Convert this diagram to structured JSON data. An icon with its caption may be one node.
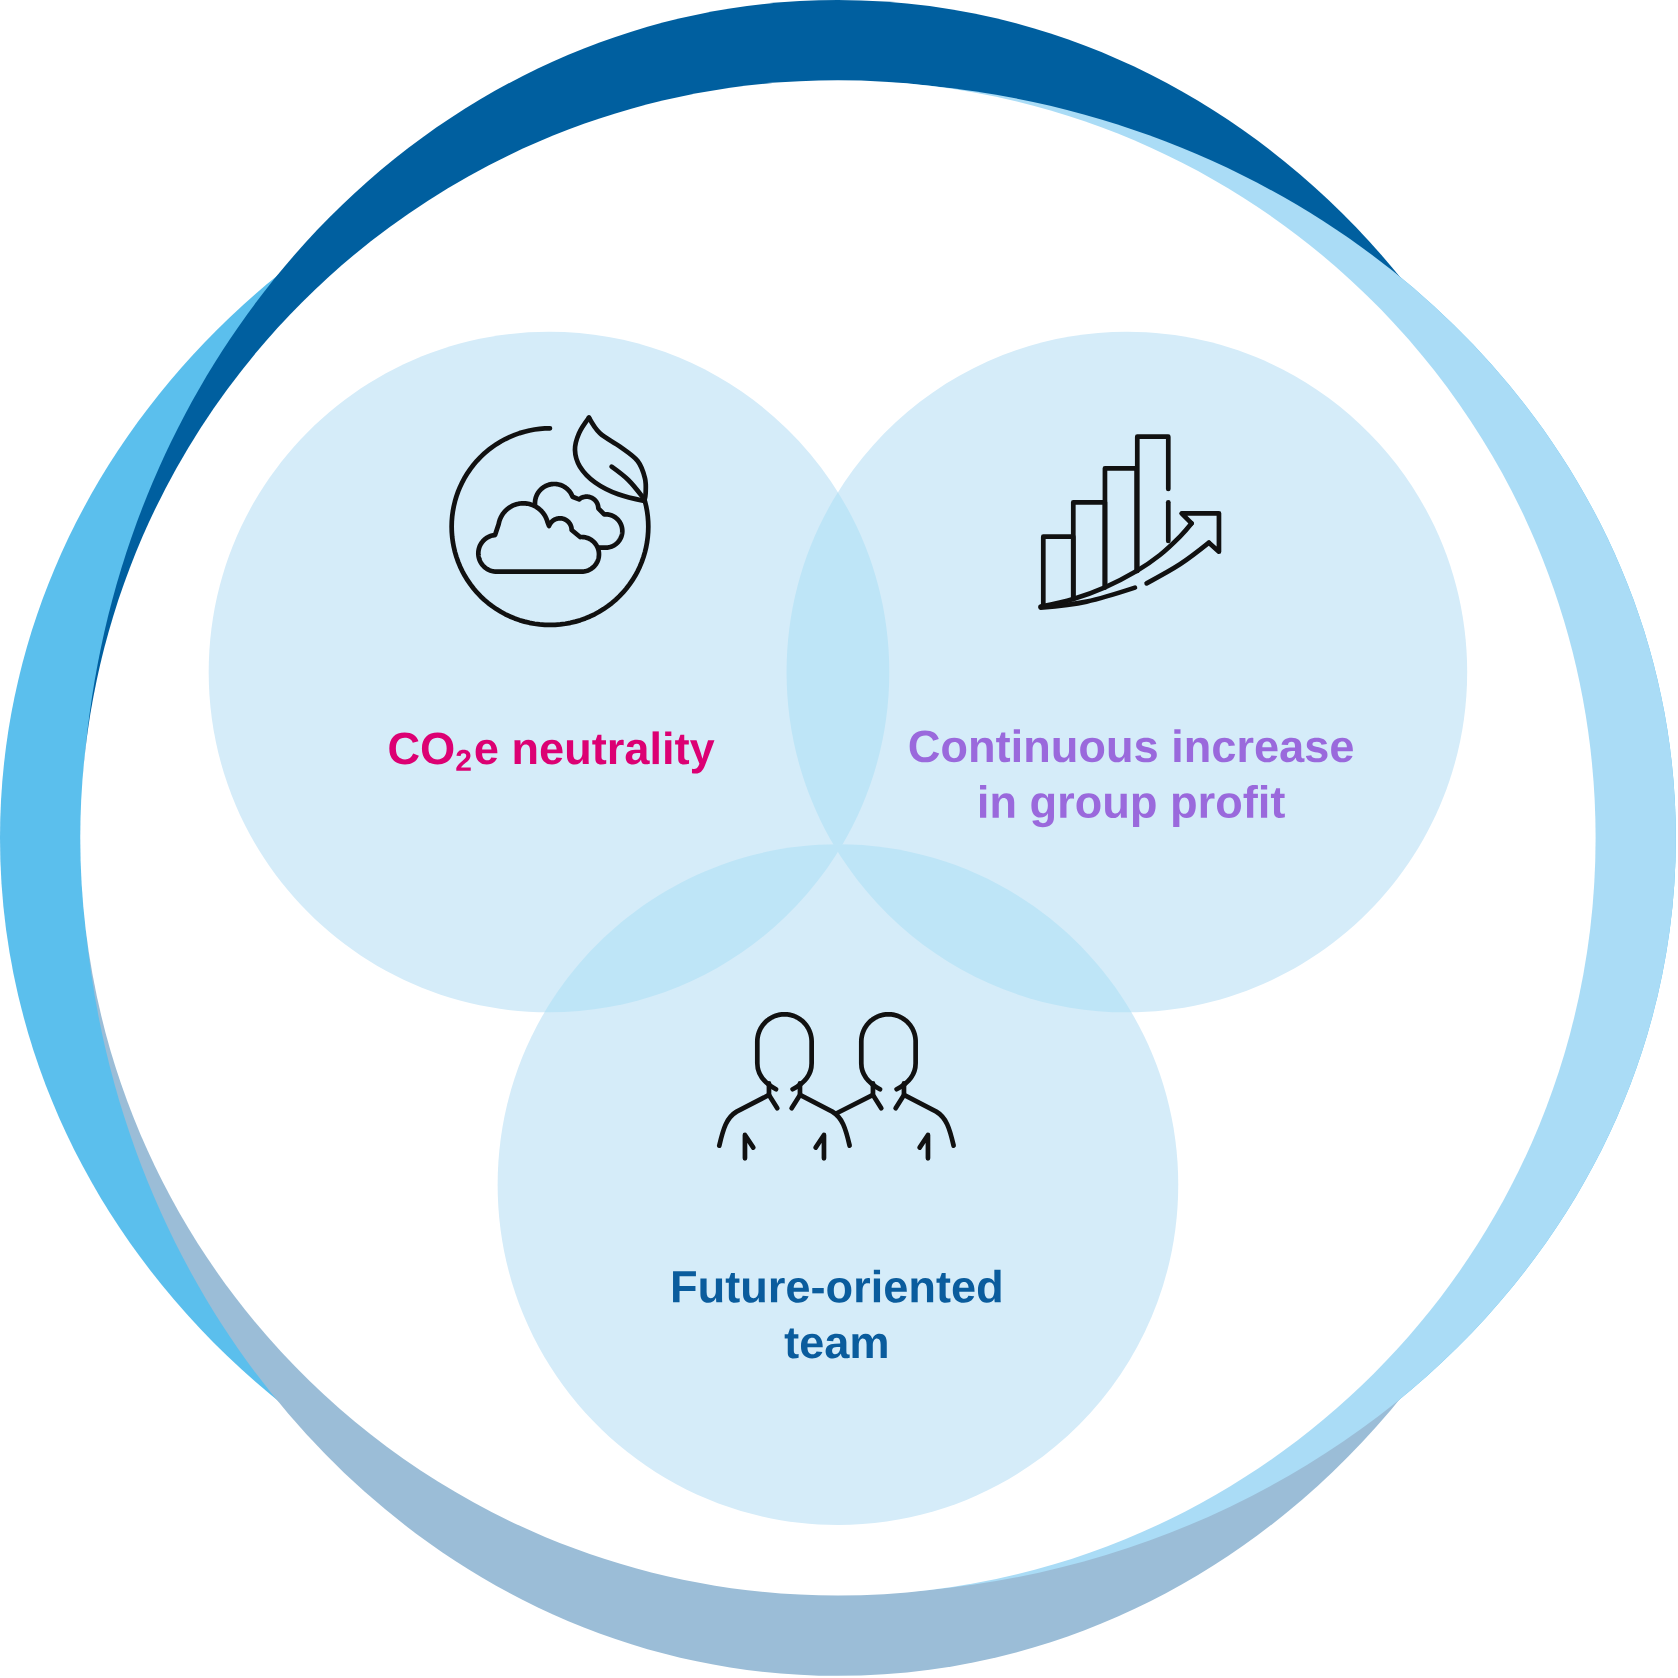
{
  "diagram": {
    "nodes": [
      {
        "text": [
          "CO$_{2}$e neutrality"
        ]
      },
      {
        "text": [
          "Continuous increase in group profit"
        ]
      },
      {
        "text": [
          "Future-oriented team"
        ]
      }
    ]
  }
}
